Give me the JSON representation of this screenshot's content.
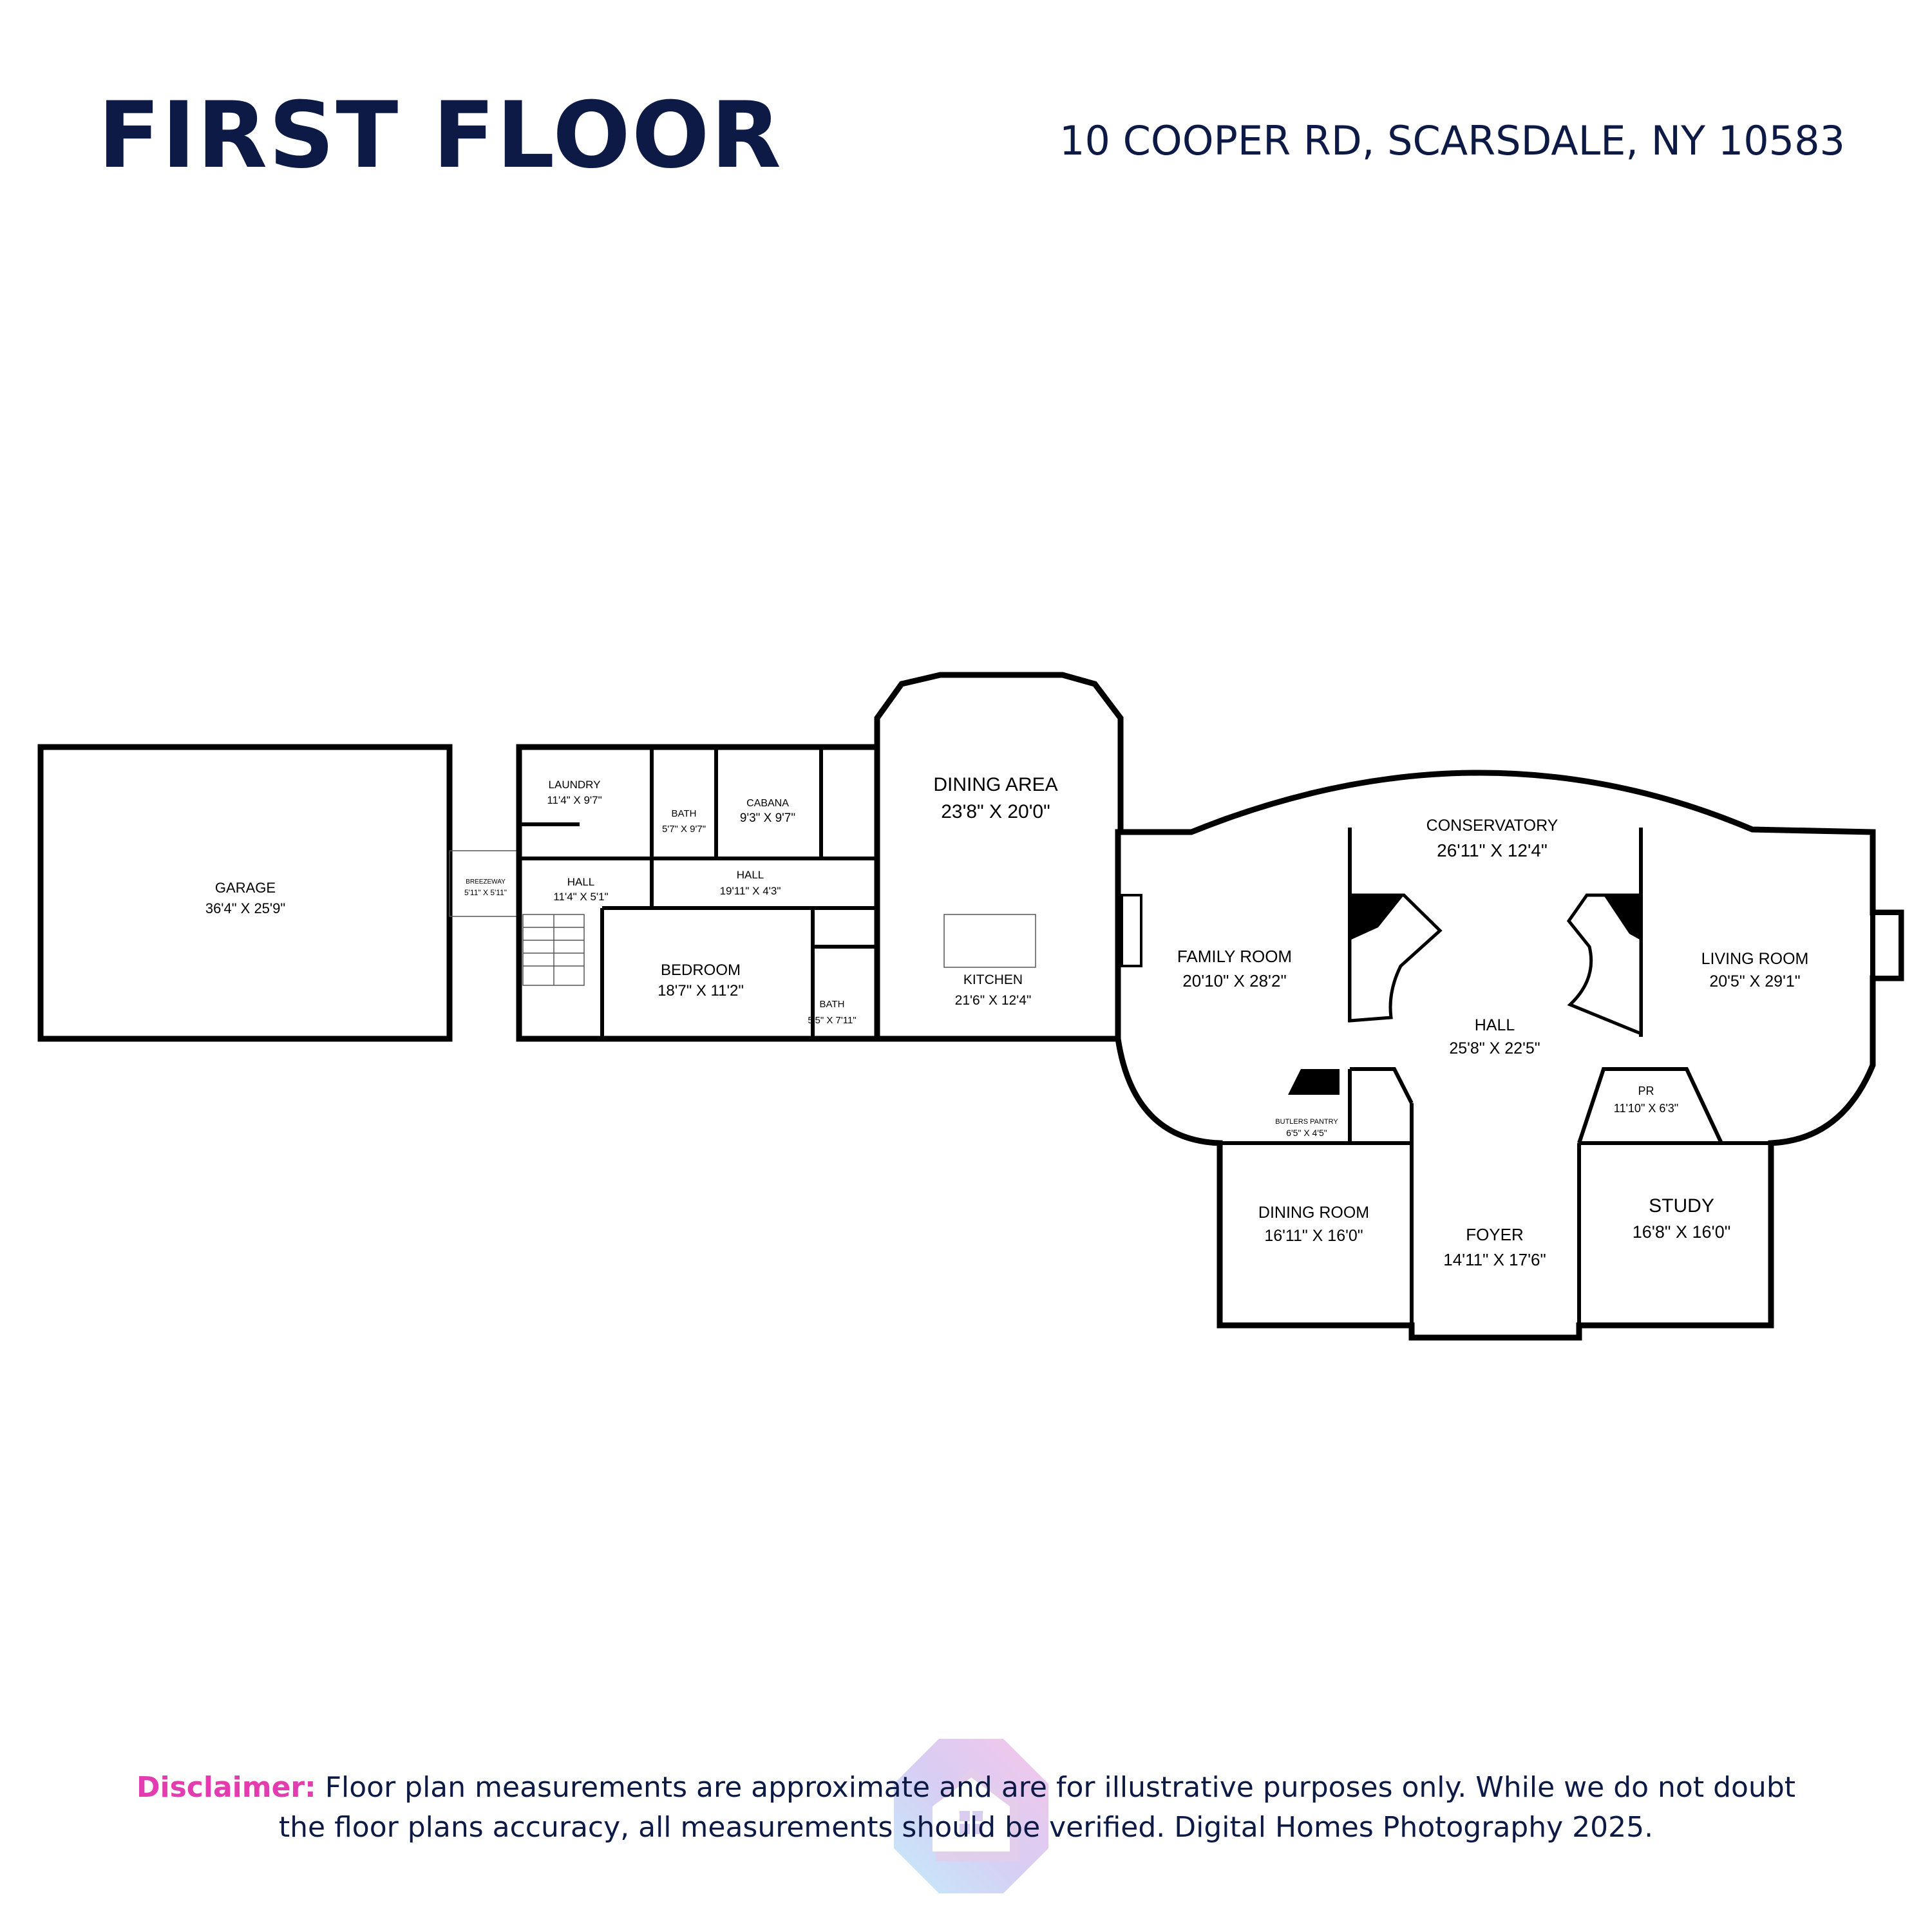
{
  "header": {
    "title": "FIRST FLOOR",
    "address": "10 COOPER RD, SCARSDALE, NY 10583"
  },
  "rooms": {
    "garage": {
      "name": "GARAGE",
      "size": "36'4\" X 25'9\""
    },
    "breezeway": {
      "name": "BREEZEWAY",
      "size": "5'11\" X 5'11\""
    },
    "laundry": {
      "name": "LAUNDRY",
      "size": "11'4\" X 9'7\""
    },
    "bath1": {
      "name": "BATH",
      "size": "5'7\" X 9'7\""
    },
    "cabana": {
      "name": "CABANA",
      "size": "9'3\" X 9'7\""
    },
    "hall1": {
      "name": "HALL",
      "size": "11'4\" X 5'1\""
    },
    "hall2": {
      "name": "HALL",
      "size": "19'11\" X 4'3\""
    },
    "bedroom": {
      "name": "BEDROOM",
      "size": "18'7\" X 11'2\""
    },
    "bath2": {
      "name": "BATH",
      "size": "5'5\" X 7'11\""
    },
    "dining_area": {
      "name": "DINING AREA",
      "size": "23'8\" X 20'0\""
    },
    "kitchen": {
      "name": "KITCHEN",
      "size": "21'6\" X 12'4\""
    },
    "conservatory": {
      "name": "CONSERVATORY",
      "size": "26'11\" X 12'4\""
    },
    "family_room": {
      "name": "FAMILY ROOM",
      "size": "20'10\" X 28'2\""
    },
    "living_room": {
      "name": "LIVING ROOM",
      "size": "20'5\" X 29'1\""
    },
    "hall3": {
      "name": "HALL",
      "size": "25'8\" X 22'5\""
    },
    "butlers_pantry": {
      "name": "BUTLERS PANTRY",
      "size": "6'5\" X 4'5\""
    },
    "pr": {
      "name": "PR",
      "size": "11'10\" X 6'3\""
    },
    "dining_room": {
      "name": "DINING ROOM",
      "size": "16'11\" X 16'0\""
    },
    "foyer": {
      "name": "FOYER",
      "size": "14'11\" X 17'6\""
    },
    "study": {
      "name": "STUDY",
      "size": "16'8\" X 16'0\""
    }
  },
  "footer": {
    "disclaimer_label": "Disclaimer:",
    "disclaimer_text": " Floor plan measurements are approximate and are for illustrative purposes only. While we do not doubt the floor plans accuracy, all measurements should be verified. Digital Homes Photography 2025."
  },
  "colors": {
    "title": "#0c1a45",
    "disclaimer_label": "#e33cb0",
    "walls": "#000000"
  },
  "logo": {
    "icon": "house-icon"
  }
}
